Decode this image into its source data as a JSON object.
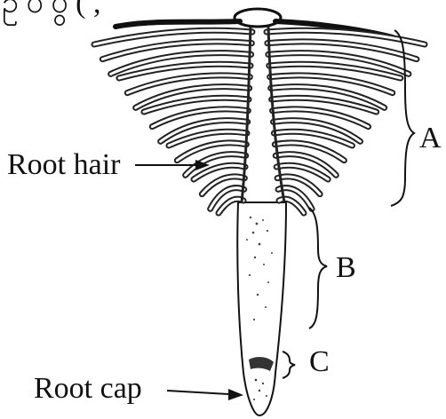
{
  "top_text_fragment": "ဥ ပ ပွ ( ,",
  "labels": {
    "root_hair": "Root hair",
    "root_cap": "Root cap",
    "zone_a": "A",
    "zone_b": "B",
    "zone_c": "C"
  },
  "colors": {
    "ink": "#111111",
    "background": "#ffffff"
  }
}
